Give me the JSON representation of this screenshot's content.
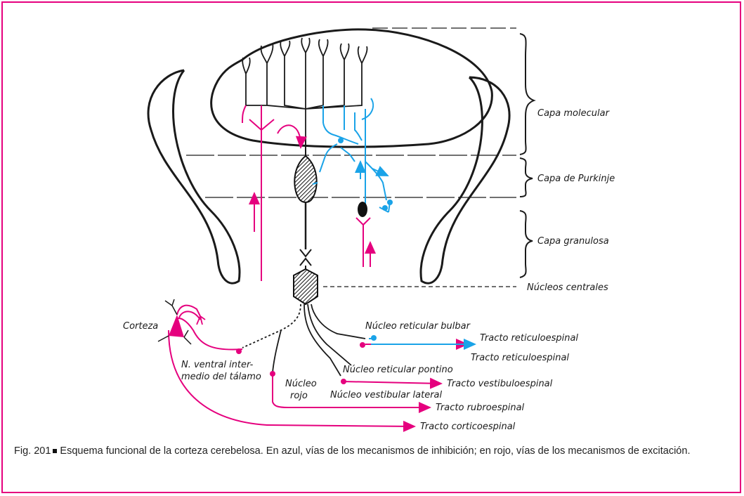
{
  "colors": {
    "frame": "#e5007e",
    "excitation": "#e5007e",
    "inhibition": "#1aa3e8",
    "ink": "#1a1a1a"
  },
  "layers": {
    "molecular": "Capa molecular",
    "purkinje": "Capa de Purkinje",
    "granular": "Capa granulosa",
    "central_nuclei": "Núcleos centrales"
  },
  "structures": {
    "cortex": "Corteza",
    "thalamus_line1": "N. ventral inter-",
    "thalamus_line2": "medio del tálamo",
    "red_nucleus_line1": "Núcleo",
    "red_nucleus_line2": "rojo",
    "bulbar": "Núcleo reticular bulbar",
    "pontine": "Núcleo reticular pontino",
    "vestibular": "Núcleo vestibular lateral"
  },
  "tracts": {
    "reticulo_blue": "Tracto reticuloespinal",
    "reticulo_red": "Tracto reticuloespinal",
    "vestibulo": "Tracto vestibuloespinal",
    "rubro": "Tracto rubroespinal",
    "cortico": "Tracto corticoespinal"
  },
  "caption": {
    "figure_number": "Fig. 201",
    "text": "Esquema funcional de la corteza cerebelosa. En azul, vías de los mecanismos de inhibición; en rojo, vías de los mecanismos de excitación."
  }
}
